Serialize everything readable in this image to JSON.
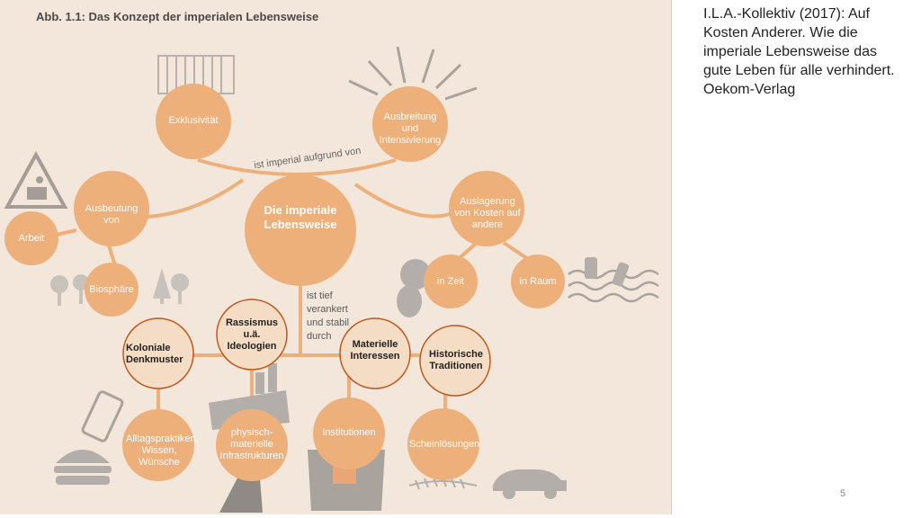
{
  "figure": {
    "title": "Abb. 1.1: Das Konzept der imperialen Lebensweise",
    "center": "Die imperiale Lebensweise",
    "arc_label": "ist imperial aufgrund von",
    "nodes_top": {
      "exklusivitaet": "Exklusivität",
      "ausbreitung": "Ausbreitung und Intensivierung",
      "ausbeutung": "Ausbeutung von",
      "auslagerung": "Auslagerung von Kosten auf andere",
      "arbeit": "Arbeit",
      "biosphaere": "Biosphäre",
      "in_zeit": "in Zeit",
      "in_raum": "in Raum"
    },
    "anchored_label": "ist tief verankert und stabil durch",
    "nodes_bottom": {
      "alltag": "Alltagspraktiken, Wissen, Wünsche",
      "infrastrukturen": "physisch-materielle Infrastrukturen",
      "institutionen": "Institutionen",
      "scheinloesungen": "Scheinlösungen"
    },
    "overlay_nodes": {
      "koloniale": "Koloniale Denkmuster",
      "rassismus": "Rassismus u.ä. Ideologien",
      "materielle": "Materielle Interessen",
      "historische": "Historische Traditionen"
    },
    "colors": {
      "background": "#f3e6da",
      "node_fill": "#eeb07a",
      "overlay_fill": "#f5dcc4",
      "overlay_stroke": "#c0551a"
    }
  },
  "citation": "I.L.A.-Kollektiv (2017): Auf Kosten Anderer. Wie die imperiale Lebensweise das gute Leben für alle verhindert. Oekom-Verlag",
  "page_number": "5"
}
